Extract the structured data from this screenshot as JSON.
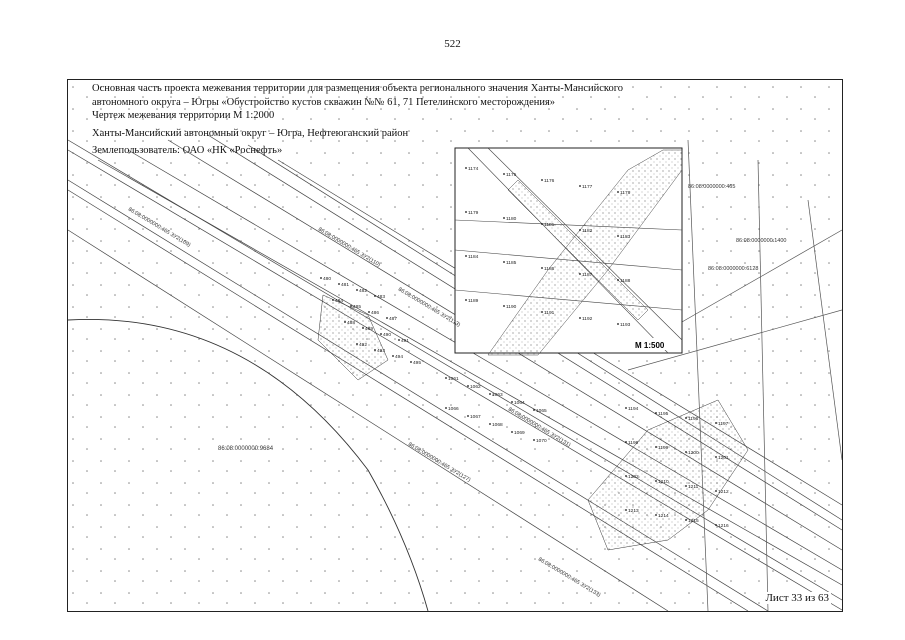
{
  "page_number": "522",
  "header": {
    "line1": "Основная часть проекта межевания территории для размещения объекта регионального значения Ханты-Мансийского",
    "line2": "автономного округа – Югры «Обустройство кустов скважин №№ 61, 71 Петелинского месторождения»",
    "line3": "Чертеж межевания территории М 1:2000",
    "line4": "Ханты-Мансийский автономный округ – Югра, Нефтеюганский район",
    "line5": "Землепользователь: ОАО «НК «Роснефть»"
  },
  "map": {
    "parcel_main": "86:08:0000000:9684",
    "parcel_right1": "86:08:0000000:1400",
    "parcel_right2": "86:08:0000000:6128",
    "parcel_right3": "86:08:0000000:465",
    "inset_scale": "М 1:500",
    "pipe_labels": [
      "86:08:0000000:465 ЗУ2(109)",
      "86:08:0000000:465 ЗУ2(110)",
      "86:08:0000000:465 ЗУ2(113)",
      "86:08:0000000:465 ЗУ2(127)",
      "86:08:0000000:465 ЗУ2(131)",
      "86:08:0000000:465 ЗУ2(133)"
    ],
    "point_numbers": [
      "480",
      "481",
      "482",
      "483",
      "484",
      "485",
      "486",
      "487",
      "488",
      "489",
      "490",
      "491",
      "492",
      "493",
      "494",
      "495",
      "1061",
      "1062",
      "1063",
      "1064",
      "1065",
      "1066",
      "1067",
      "1068",
      "1069",
      "1070",
      "1174",
      "1175",
      "1176",
      "1177",
      "1178",
      "1179",
      "1180",
      "1181",
      "1182",
      "1183",
      "1184",
      "1185",
      "1186",
      "1187",
      "1188",
      "1189",
      "1190",
      "1191",
      "1192",
      "1193",
      "1194",
      "1195",
      "1196",
      "1197",
      "1198",
      "1199",
      "1200",
      "1201",
      "1202",
      "1210",
      "1211",
      "1212",
      "1213",
      "1214",
      "1215",
      "1216"
    ]
  },
  "sheet": "Лист 33 из 63"
}
